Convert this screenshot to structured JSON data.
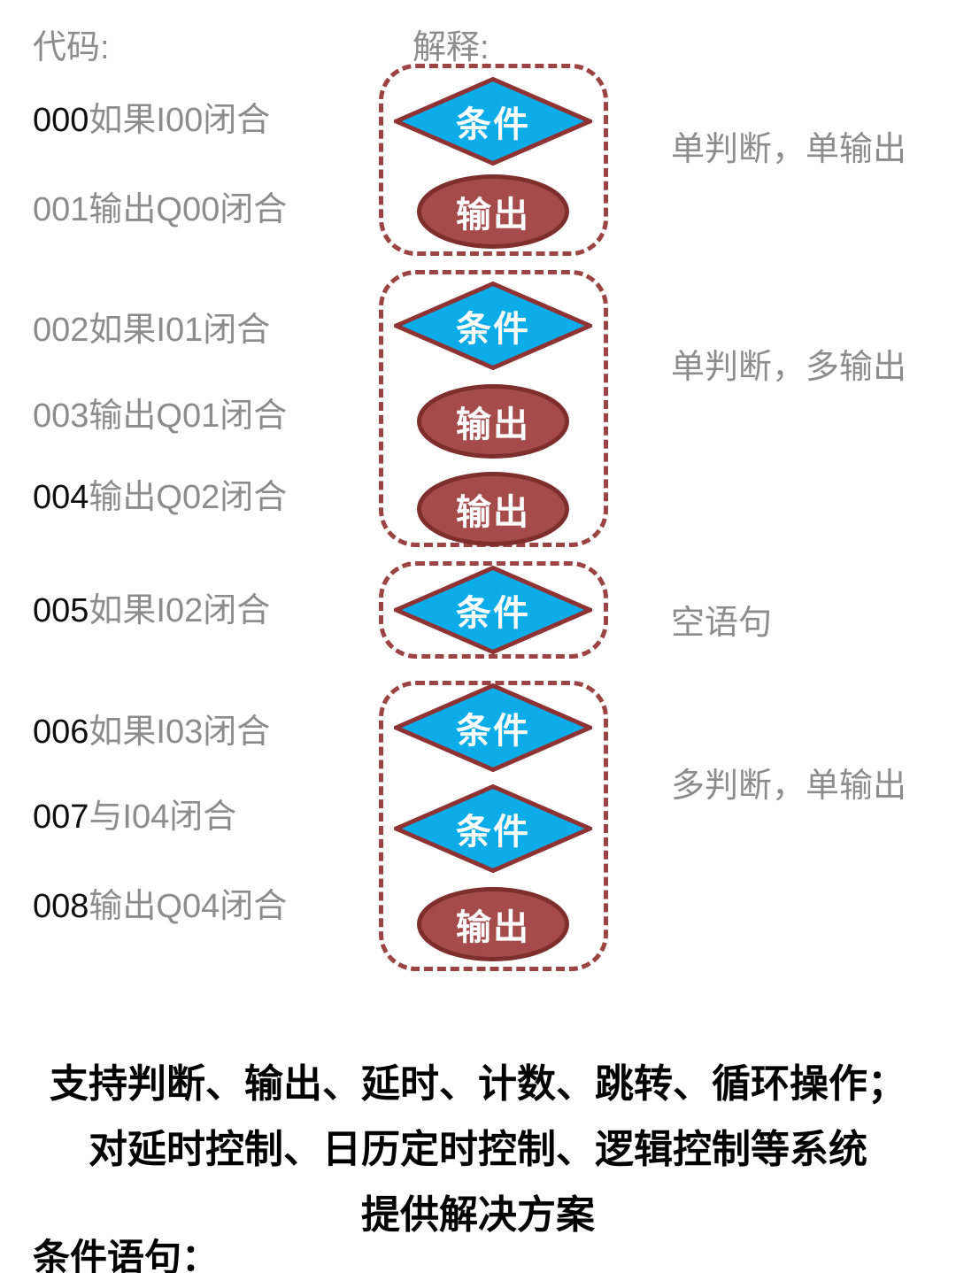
{
  "headers": {
    "code": "代码:",
    "explain": "解释:"
  },
  "code_lines": [
    {
      "num": "000",
      "text": "如果I00闭合",
      "num_black": true
    },
    {
      "num": "001",
      "text": "输出Q00闭合",
      "num_black": false
    },
    {
      "num": "002",
      "text": "如果I01闭合",
      "num_black": false
    },
    {
      "num": "003",
      "text": "输出Q01闭合",
      "num_black": false
    },
    {
      "num": "004",
      "text": "输出Q02闭合",
      "num_black": true
    },
    {
      "num": "005",
      "text": "如果I02闭合",
      "num_black": true
    },
    {
      "num": "006",
      "text": "如果I03闭合",
      "num_black": true
    },
    {
      "num": "007",
      "text": "与I04闭合",
      "num_black": true
    },
    {
      "num": "008",
      "text": "输出Q04闭合",
      "num_black": true
    }
  ],
  "groups": [
    {
      "annotation": "单判断，单输出",
      "shapes": [
        {
          "type": "diamond",
          "label": "条件"
        },
        {
          "type": "ellipse",
          "label": "输出"
        }
      ]
    },
    {
      "annotation": "单判断，多输出",
      "shapes": [
        {
          "type": "diamond",
          "label": "条件"
        },
        {
          "type": "ellipse",
          "label": "输出"
        },
        {
          "type": "ellipse",
          "label": "输出"
        }
      ]
    },
    {
      "annotation": "空语句",
      "shapes": [
        {
          "type": "diamond",
          "label": "条件"
        }
      ]
    },
    {
      "annotation": "多判断，单输出",
      "shapes": [
        {
          "type": "diamond",
          "label": "条件"
        },
        {
          "type": "diamond",
          "label": "条件"
        },
        {
          "type": "ellipse",
          "label": "输出"
        }
      ]
    }
  ],
  "footer": {
    "line1": "支持判断、输出、延时、计数、跳转、循环操作；",
    "line2": "对延时控制、日历定时控制、逻辑控制等系统",
    "line3": "提供解决方案",
    "condition_heading": "条件语句："
  },
  "colors": {
    "diamond_fill": "#0cace8",
    "diamond_stroke": "#8e3233",
    "ellipse_fill": "#a54b4b",
    "ellipse_stroke": "#7f2e2e",
    "dashed_border": "#9c4343",
    "gray_text": "#8c8c8c",
    "black_text": "#0d0d0d",
    "shape_label_text": "#ffffff"
  }
}
